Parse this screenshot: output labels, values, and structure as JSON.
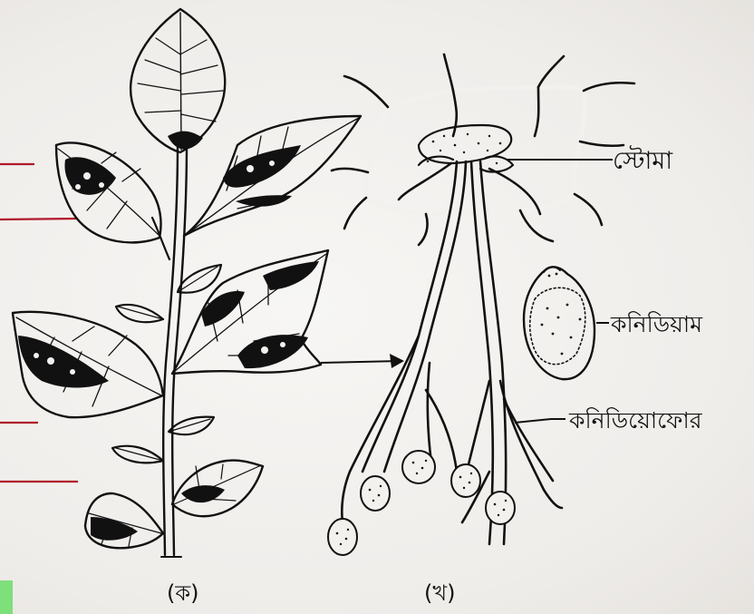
{
  "figure": {
    "panel_a_caption": "(ক)",
    "panel_b_caption": "(খ)",
    "labels": {
      "stoma": "স্টোমা",
      "conidium": "কনিডিয়াম",
      "conidiophore": "কনিডিয়োফোর"
    }
  },
  "colors": {
    "ink": "#111111",
    "margin_marks": "#b0192a",
    "green_tab": "#7ee07a",
    "paper": "#f2f0ee"
  }
}
